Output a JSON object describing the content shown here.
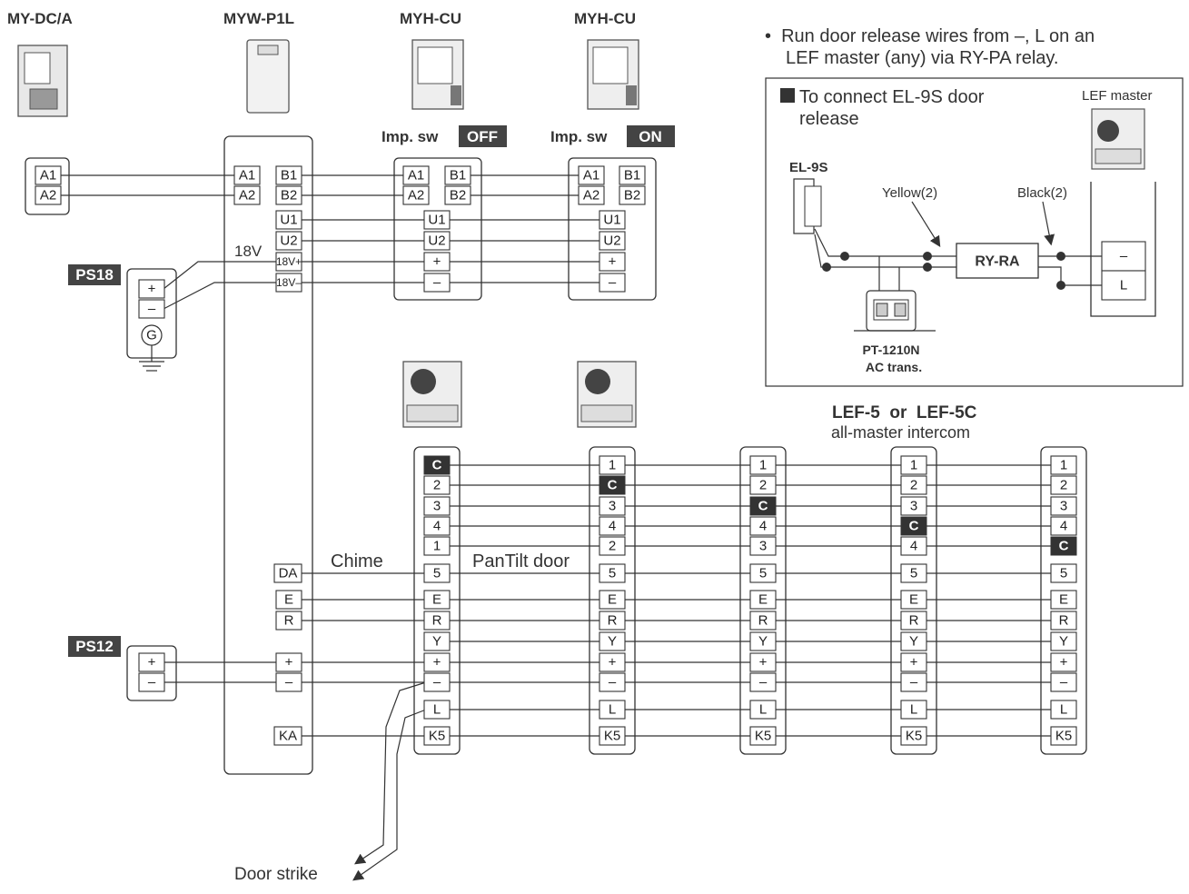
{
  "devices": {
    "dc": "MY-DC/A",
    "adaptor": "MYW-P1L",
    "monitor1": "MYH-CU",
    "monitor2": "MYH-CU"
  },
  "imp_sw": {
    "label": "Imp. sw",
    "off": "OFF",
    "on": "ON"
  },
  "power": {
    "ps18": "PS18",
    "ps12": "PS12",
    "v18": "18V",
    "ground": "G"
  },
  "annotations": {
    "chime": "Chime",
    "pantilt": "PanTilt door",
    "door_strike": "Door strike"
  },
  "lef": {
    "title": "LEF-5  or  LEF-5C",
    "subtitle": "all-master intercom"
  },
  "note": {
    "line1": "•  Run door release wires from –, L on an",
    "line2": "LEF master (any) via RY-PA relay."
  },
  "inset": {
    "title1": "To connect EL-9S door",
    "title2": "release",
    "lef_master": "LEF master",
    "el9s": "EL-9S",
    "yellow": "Yellow(2)",
    "black": "Black(2)",
    "relay": "RY-RA",
    "trans1": "PT-1210N",
    "trans2": "AC trans.",
    "term_minus": "–",
    "term_l": "L"
  },
  "terminals": {
    "a1": "A1",
    "a2": "A2",
    "b1": "B1",
    "b2": "B2",
    "u1": "U1",
    "u2": "U2",
    "v18p": "18V+",
    "v18m": "18V–",
    "plus": "+",
    "minus": "–",
    "da": "DA",
    "e": "E",
    "r": "R",
    "y": "Y",
    "ka": "KA",
    "n5": "5",
    "l": "L",
    "k5": "K5",
    "c": "C"
  },
  "lef_columns": [
    [
      "C",
      "2",
      "3",
      "4",
      "1"
    ],
    [
      "1",
      "C",
      "3",
      "4",
      "2"
    ],
    [
      "1",
      "2",
      "C",
      "4",
      "3"
    ],
    [
      "1",
      "2",
      "3",
      "C",
      "4"
    ],
    [
      "1",
      "2",
      "3",
      "4",
      "C"
    ]
  ]
}
